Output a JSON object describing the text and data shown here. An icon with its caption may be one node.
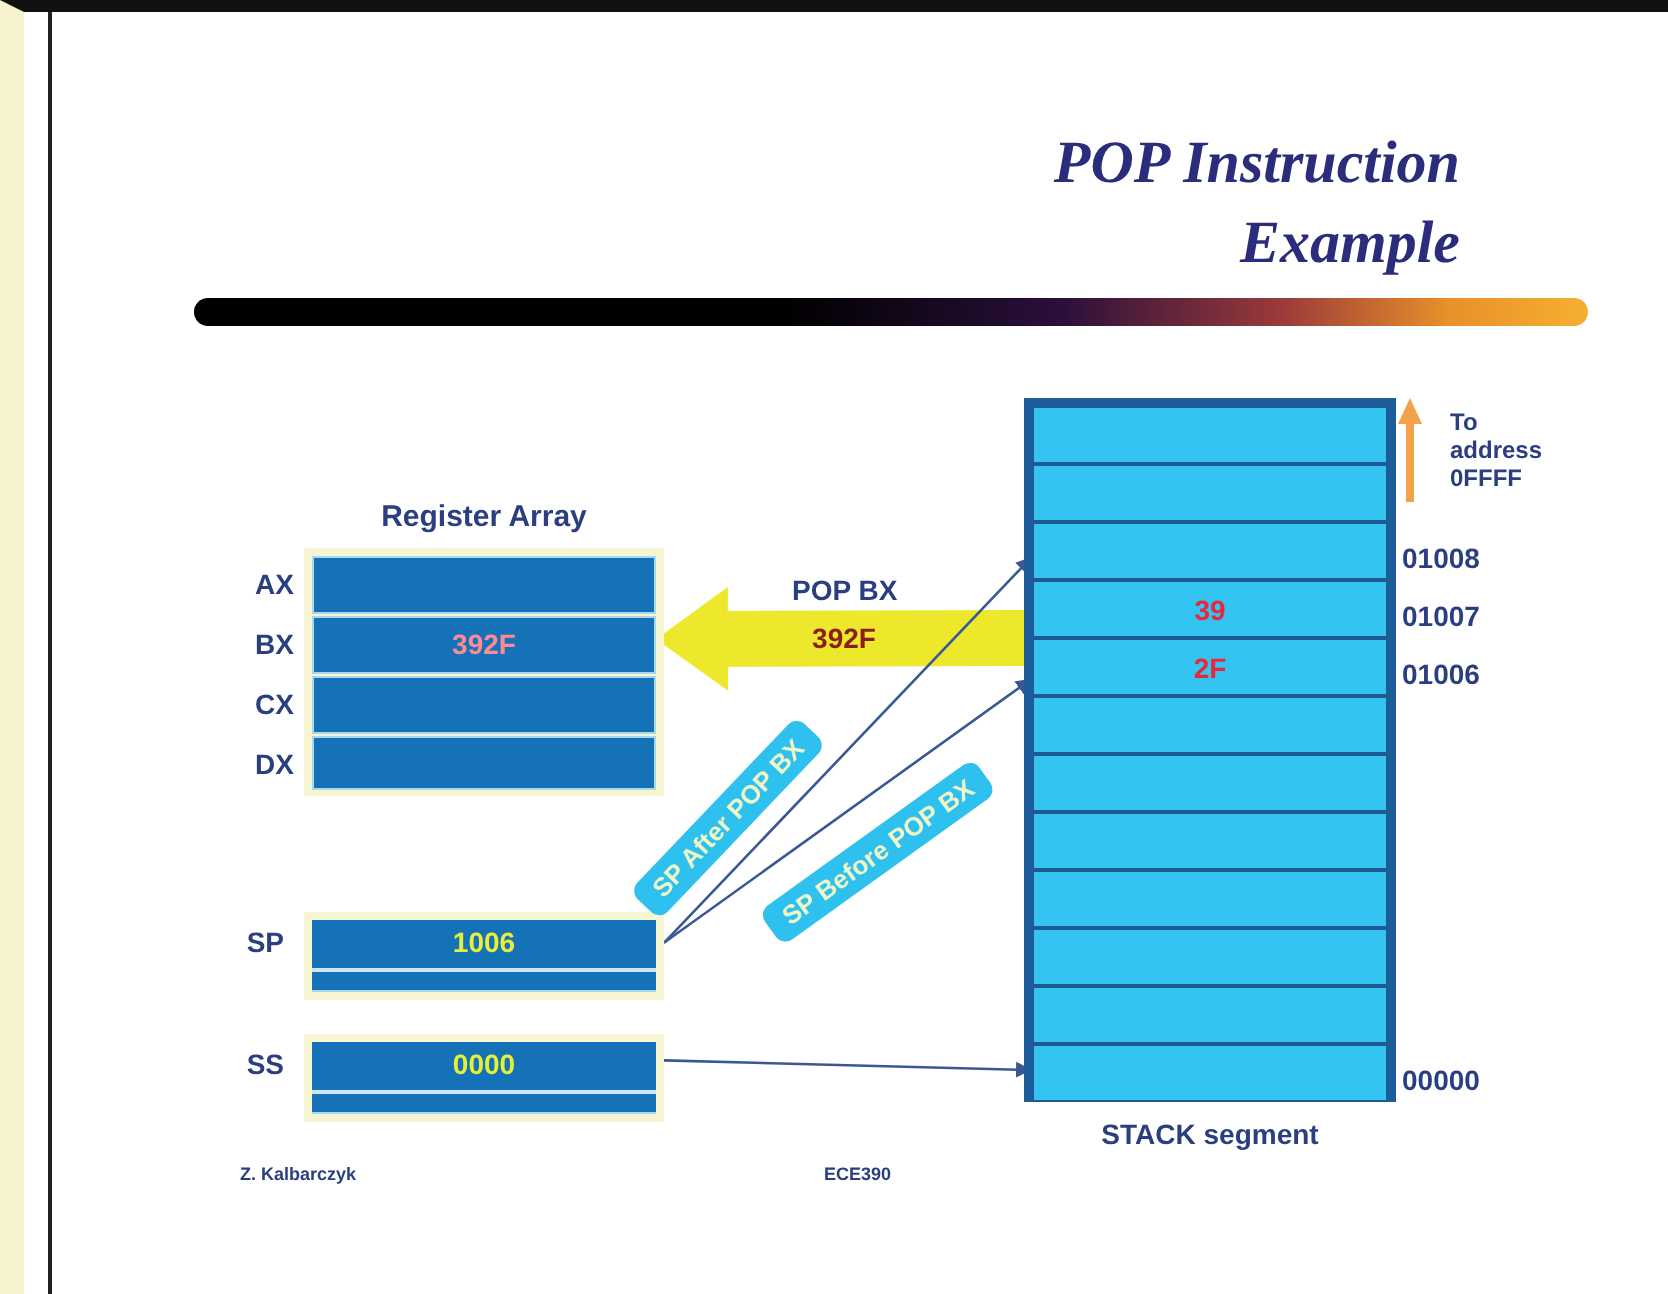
{
  "diagram": {
    "title": "POP Instruction Example",
    "nodes": [
      {
        "text": [
          "Register Array"
        ]
      },
      {
        "text": [
          "AX"
        ],
        "in": 0
      },
      {
        "text": [
          "BX",
          "392F"
        ],
        "in": 0
      },
      {
        "text": [
          "CX"
        ],
        "in": 0
      },
      {
        "text": [
          "DX"
        ],
        "in": 0
      },
      {
        "text": [
          "SP",
          "1006"
        ]
      },
      {
        "text": [
          "SS",
          "0000"
        ]
      },
      {
        "text": [
          "STACK segment"
        ]
      },
      {
        "text": [],
        "shape": "box",
        "in": 7
      },
      {
        "text": [],
        "shape": "box",
        "in": 7
      },
      {
        "text": [],
        "shape": "box",
        "in": 7,
        "beside": [
          "01008"
        ]
      },
      {
        "text": [
          "39"
        ],
        "in": 7,
        "beside": [
          "01007"
        ]
      },
      {
        "text": [
          "2F"
        ],
        "in": 7,
        "beside": [
          "01006"
        ]
      },
      {
        "text": [],
        "shape": "box",
        "in": 7
      },
      {
        "text": [],
        "shape": "box",
        "in": 7
      },
      {
        "text": [],
        "shape": "box",
        "in": 7
      },
      {
        "text": [],
        "shape": "box",
        "in": 7
      },
      {
        "text": [],
        "shape": "box",
        "in": 7
      },
      {
        "text": [],
        "shape": "box",
        "in": 7
      },
      {
        "text": [],
        "shape": "box",
        "in": 7,
        "beside": [
          "00000"
        ]
      },
      {
        "text": [],
        "shape": "bar"
      }
    ],
    "edges": [
      {
        "from": 11,
        "to": 2,
        "arrow": "to",
        "label": "392F",
        "style": "thick",
        "color": "#eee82c"
      },
      {
        "from": 5,
        "to": 10,
        "arrow": "to",
        "label": "SP After POP BX"
      },
      {
        "from": 5,
        "to": 12,
        "arrow": "to",
        "label": "SP Before POP BX"
      },
      {
        "from": 6,
        "to": 19,
        "arrow": "to"
      }
    ],
    "labels": [
      "To address 0FFFF",
      "POP BX",
      "Z. Kalbarczyk",
      "ECE390"
    ]
  }
}
